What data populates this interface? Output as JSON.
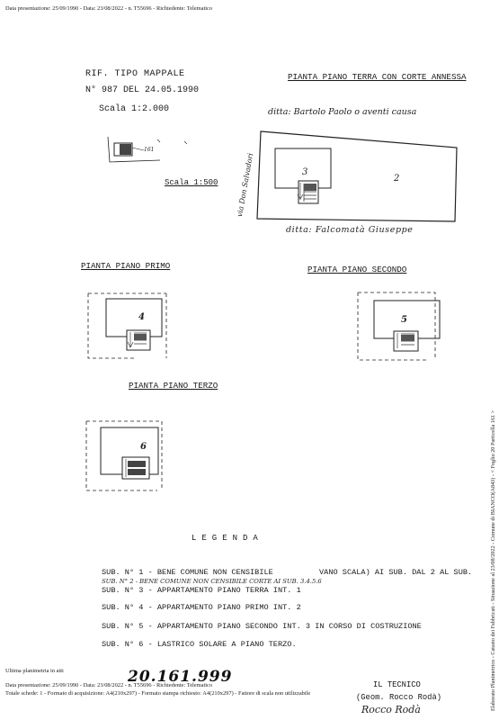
{
  "header": {
    "top_line": "Data presentazione: 25/09/1990 - Data: 23/08/2022 - n. T55696 - Richiedente: Telematico"
  },
  "riferimento": {
    "line1": "RIF. TIPO MAPPALE",
    "line2": "N° 987 DEL 24.05.1990",
    "scala_small": "Scala 1:2.000",
    "particella": "161"
  },
  "piano_terra": {
    "title": "PIANTA PIANO TERRA CON CORTE ANNESSA",
    "ditta_top": "ditta: Bartolo Paolo o aventi causa",
    "ditta_bottom": "ditta: Falcomatà Giuseppe",
    "via": "via Don Salvadori",
    "scala": "Scala 1:500",
    "label_3": "3",
    "label_2": "2"
  },
  "piano_primo": {
    "title": "PIANTA PIANO PRIMO",
    "label": "4"
  },
  "piano_secondo": {
    "title": "PIANTA PIANO SECONDO",
    "label": "5"
  },
  "piano_terzo": {
    "title": "PIANTA PIANO TERZO",
    "label": "6"
  },
  "legenda": {
    "title": "LEGENDA",
    "items": [
      "SUB. N° 1 - BENE COMUNE NON CENSIBILE",
      "SUB. N° 3 - APPARTAMENTO PIANO TERRA INT. 1",
      "SUB. N° 4 - APPARTAMENTO PIANO PRIMO INT. 2",
      "SUB. N° 5 - APPARTAMENTO PIANO SECONDO INT. 3 IN CORSO DI COSTRUZIONE",
      "SUB. N° 6 - LASTRICO SOLARE A PIANO TERZO."
    ],
    "item1_tail": "VANO SCALA) AI SUB. DAL 2 AL SUB.",
    "item2_hand": "SUB. N° 2 - BENE COMUNE NON CENSIBILE CORTE AI SUB. 3.4.5.6"
  },
  "footer": {
    "ultima": "Ultima planimetria in atti",
    "line1": "Data presentazione: 25/09/1990 - Data: 23/08/2022 - n. T55696 - Richiedente: Telematico",
    "line2": "Totale schede: 1 - Formato di acquisizione: A4(210x297) - Formato stampa richiesto: A4(210x297) - Fattore di scala non utilizzabile",
    "stamp_number": "20.161.999",
    "tecnico": "IL TECNICO",
    "geom": "(Geom. Rocco Rodà)",
    "signature": "Rocco Rodà"
  },
  "sidebar_text": "Elaborato Planimetrico - Catasto dei Fabbricati - Situazione al 23/08/2022 - Comune di BIANCO(A843) - < Foglio 20 Particella 161 >"
}
